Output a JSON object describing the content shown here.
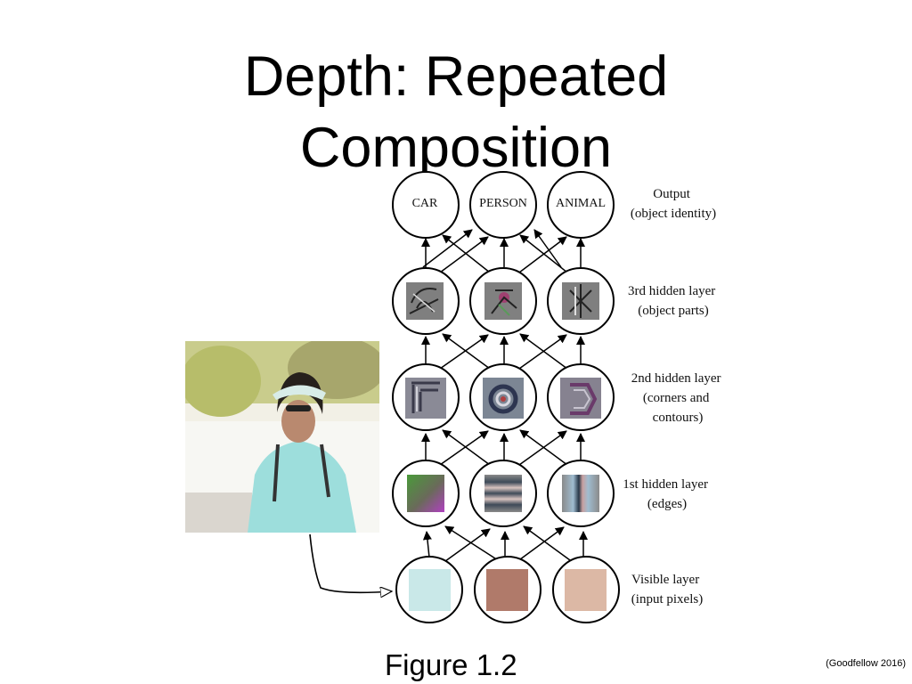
{
  "slide": {
    "title_line1": "Depth: Repeated",
    "title_line2": "Composition",
    "figure_caption": "Figure 1.2",
    "citation": "(Goodfellow 2016)"
  },
  "diagram": {
    "output_nodes": [
      "CAR",
      "PERSON",
      "ANIMAL"
    ],
    "layers": [
      {
        "id": "output",
        "lines": [
          "Output",
          "(object identity)"
        ]
      },
      {
        "id": "hidden3",
        "lines": [
          "3rd hidden layer",
          "(object parts)"
        ]
      },
      {
        "id": "hidden2",
        "lines": [
          "2nd hidden layer",
          "(corners and",
          "contours)"
        ]
      },
      {
        "id": "hidden1",
        "lines": [
          "1st hidden layer",
          "(edges)"
        ]
      },
      {
        "id": "visible",
        "lines": [
          "Visible layer",
          "(input pixels)"
        ]
      }
    ],
    "visible_pixel_colors": [
      "#c9e8e8",
      "#b07a6a",
      "#dcb8a5"
    ],
    "input_image": "photo of a woman wearing a visor and light blue t-shirt"
  }
}
